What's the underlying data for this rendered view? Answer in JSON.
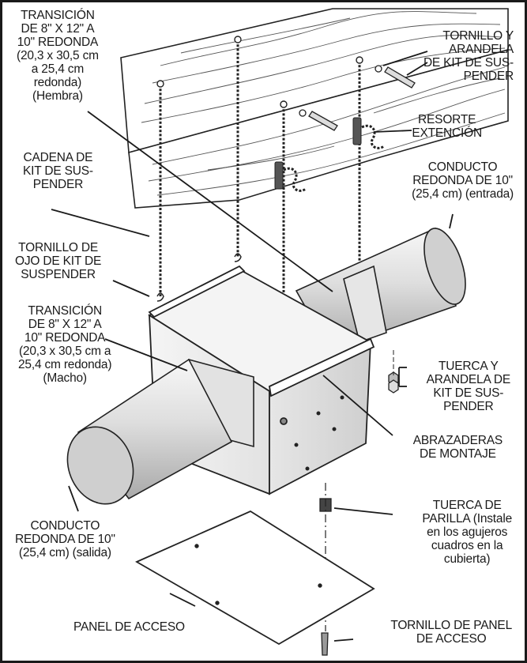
{
  "labels": {
    "transicion_hembra": [
      "TRANSICIÓN",
      "DE 8\" X 12\" A",
      "10\" REDONDA",
      "(20,3 x 30,5 cm",
      "a 25,4 cm",
      "redonda)",
      "(Hembra)"
    ],
    "cadena": [
      "CADENA DE",
      "KIT DE SUS-",
      "PENDER"
    ],
    "tornillo_ojo": [
      "TORNILLO DE",
      "OJO DE KIT DE",
      "SUSPENDER"
    ],
    "transicion_macho": [
      "TRANSICIÓN",
      "DE 8\" X 12\" A",
      "10\" REDONDA",
      "(20,3 x 30,5 cm a",
      "25,4 cm redonda)",
      "(Macho)"
    ],
    "conducto_salida": [
      "CONDUCTO",
      "REDONDA DE 10\"",
      "(25,4 cm) (salida)"
    ],
    "panel_acceso": [
      "PANEL DE ACCESO"
    ],
    "tornillo_arandela": [
      "TORNILLO Y",
      "ARANDELA",
      "DE KIT DE SUS-",
      "PENDER"
    ],
    "resorte": [
      "RESORTE",
      "EXTENCIÓN"
    ],
    "conducto_entrada": [
      "CONDUCTO",
      "REDONDA DE 10\"",
      "(25,4 cm) (entrada)"
    ],
    "tuerca_arandela": [
      "TUERCA Y",
      "ARANDELA DE",
      "KIT DE SUS-",
      "PENDER"
    ],
    "abrazaderas": [
      "ABRAZADERAS",
      "DE MONTAJE"
    ],
    "tuerca_parilla": [
      "TUERCA DE",
      "PARILLA (Instale",
      "en los agujeros",
      "cuadros en la",
      "cubierta)"
    ],
    "tornillo_panel": [
      "TORNILLO DE PANEL",
      "DE ACCESO"
    ]
  },
  "colors": {
    "ink": "#1a1a1a",
    "line": "#222222",
    "wood": "#ffffff",
    "metal_light": "#f2f2f2",
    "metal_mid": "#d6d6d6",
    "metal_dark": "#a8a8a8"
  }
}
